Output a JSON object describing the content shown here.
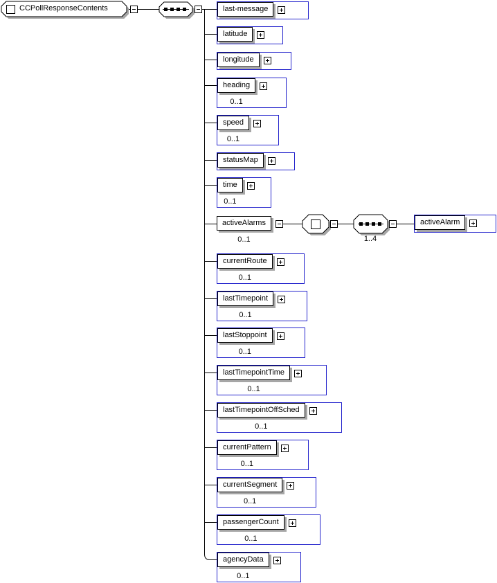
{
  "diagram": {
    "root": {
      "name": "CCPollResponseContents"
    },
    "children": [
      {
        "name": "last-message",
        "occurs": ""
      },
      {
        "name": "latitude",
        "occurs": ""
      },
      {
        "name": "longitude",
        "occurs": ""
      },
      {
        "name": "heading",
        "occurs": "0..1"
      },
      {
        "name": "speed",
        "occurs": "0..1"
      },
      {
        "name": "statusMap",
        "occurs": ""
      },
      {
        "name": "time",
        "occurs": "0..1"
      },
      {
        "name": "activeAlarms",
        "occurs": "0..1"
      },
      {
        "name": "currentRoute",
        "occurs": "0..1"
      },
      {
        "name": "lastTimepoint",
        "occurs": "0..1"
      },
      {
        "name": "lastStoppoint",
        "occurs": "0..1"
      },
      {
        "name": "lastTimepointTime",
        "occurs": "0..1"
      },
      {
        "name": "lastTimepointOffSched",
        "occurs": "0..1"
      },
      {
        "name": "currentPattern",
        "occurs": "0..1"
      },
      {
        "name": "currentSegment",
        "occurs": "0..1"
      },
      {
        "name": "passengerCount",
        "occurs": "0..1"
      },
      {
        "name": "agencyData",
        "occurs": "0..1"
      }
    ],
    "active_alarm_branch": {
      "element": {
        "name": "activeAlarm"
      },
      "sequence_occurs": "1..4"
    },
    "colors": {
      "frame_blue": "#2222cc",
      "shadow_gray": "#a6a6a6",
      "line_black": "#000000",
      "background": "#ffffff"
    }
  }
}
